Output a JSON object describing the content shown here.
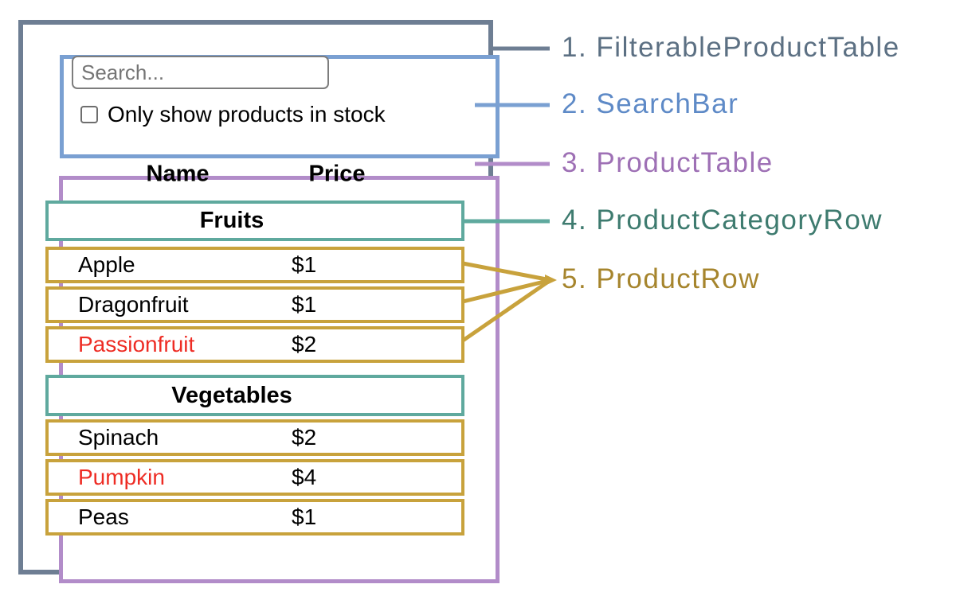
{
  "search_bar": {
    "input_value": "",
    "input_placeholder": "Search...",
    "checkbox_checked": false,
    "checkbox_label": "Only show products in stock"
  },
  "product_table": {
    "headers": {
      "name": "Name",
      "price": "Price"
    },
    "sections": [
      {
        "category": "Fruits",
        "products": [
          {
            "name": "Apple",
            "price": "$1",
            "name_color": "#000000"
          },
          {
            "name": "Dragonfruit",
            "price": "$1",
            "name_color": "#000000"
          },
          {
            "name": "Passionfruit",
            "price": "$2",
            "name_color": "#ee2c24"
          }
        ]
      },
      {
        "category": "Vegetables",
        "products": [
          {
            "name": "Spinach",
            "price": "$2",
            "name_color": "#000000"
          },
          {
            "name": "Pumpkin",
            "price": "$4",
            "name_color": "#ee2c24"
          },
          {
            "name": "Peas",
            "price": "$1",
            "name_color": "#000000"
          }
        ]
      }
    ]
  },
  "annotations": [
    {
      "label": "1. FilterableProductTable",
      "color": "#5c7083"
    },
    {
      "label": "2. SearchBar",
      "color": "#5e8ac7"
    },
    {
      "label": "3. ProductTable",
      "color": "#9e70b5"
    },
    {
      "label": "4. ProductCategoryRow",
      "color": "#3e7b6f"
    },
    {
      "label": "5. ProductRow",
      "color": "#a6852d"
    }
  ],
  "colors": {
    "filterable_product_table_border": "#6e7e93",
    "search_bar_border": "#7aa0d2",
    "product_table_border": "#b28cc9",
    "product_category_row_border": "#5fa99e",
    "product_row_border": "#c8a23c",
    "out_of_stock_text": "#ee2c24"
  }
}
